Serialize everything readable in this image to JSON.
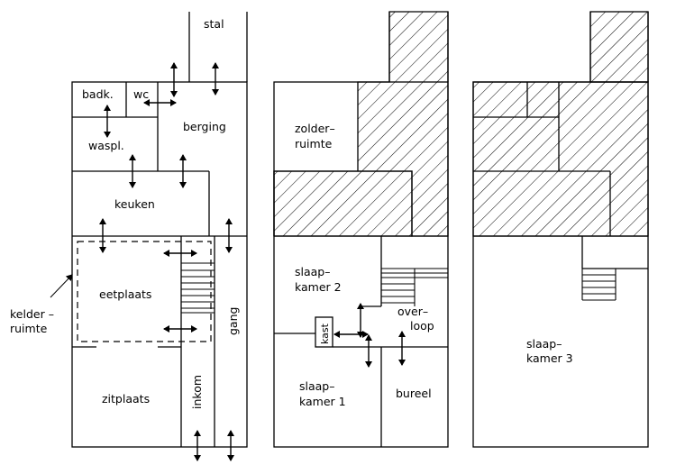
{
  "ground_floor": {
    "stal": "stal",
    "badk": "badk.",
    "wc": "wc",
    "berging": "berging",
    "waspl": "waspl.",
    "keuken": "keuken",
    "eetplaats": "eetplaats",
    "zitplaats": "zitplaats",
    "inkom": "inkom",
    "gang": "gang",
    "kelder_line1": "kelder –",
    "kelder_line2": "ruimte"
  },
  "first_floor": {
    "zolder_line1": "zolder–",
    "zolder_line2": "ruimte",
    "slaap2_line1": "slaap–",
    "slaap2_line2": "kamer 2",
    "kast": "kast",
    "overloop_line1": "over–",
    "overloop_line2": "loop",
    "slaap1_line1": "slaap–",
    "slaap1_line2": "kamer 1",
    "bureel": "bureel"
  },
  "attic_floor": {
    "slaap3_line1": "slaap–",
    "slaap3_line2": "kamer 3"
  }
}
